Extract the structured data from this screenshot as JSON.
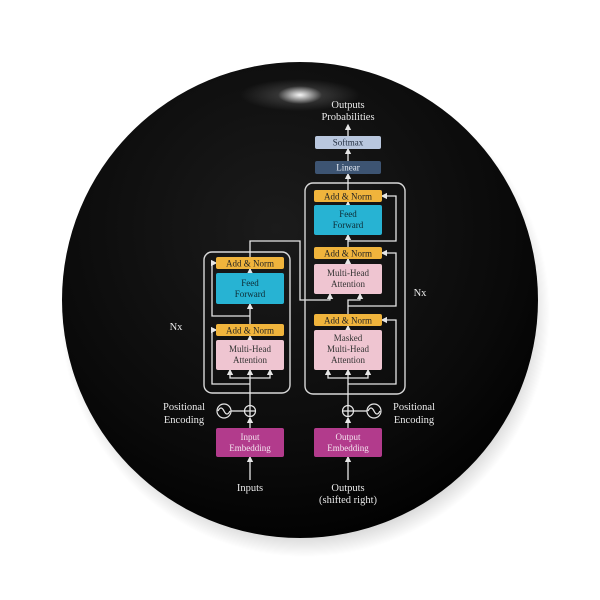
{
  "output_probabilities": {
    "line1": "Outputs",
    "line2": "Probabilities"
  },
  "decoder_top": {
    "softmax": "Softmax",
    "linear": "Linear"
  },
  "encoder": {
    "add_norm_top": "Add & Norm",
    "feed_forward": {
      "line1": "Feed",
      "line2": "Forward"
    },
    "add_norm_bottom": "Add & Norm",
    "attention": {
      "line1": "Multi-Head",
      "line2": "Attention"
    },
    "repeat_label": "Nx",
    "positional_encoding": {
      "line1": "Positional",
      "line2": "Encoding"
    },
    "embedding": {
      "line1": "Input",
      "line2": "Embedding"
    },
    "input_label": "Inputs"
  },
  "decoder": {
    "add_norm_1": "Add & Norm",
    "feed_forward": {
      "line1": "Feed",
      "line2": "Forward"
    },
    "add_norm_2": "Add & Norm",
    "cross_attention": {
      "line1": "Multi-Head",
      "line2": "Attention"
    },
    "add_norm_3": "Add & Norm",
    "masked_attention": {
      "line1": "Masked",
      "line2": "Multi-Head",
      "line3": "Attention"
    },
    "repeat_label": "Nx",
    "positional_encoding": {
      "line1": "Positional",
      "line2": "Encoding"
    },
    "embedding": {
      "line1": "Output",
      "line2": "Embedding"
    },
    "output_label": {
      "line1": "Outputs",
      "line2": "(shifted right)"
    }
  },
  "colors": {
    "add_norm": "#f0b43c",
    "feed_forward": "#27b3d3",
    "attention": "#efc5d1",
    "embedding": "#b23b8c",
    "linear": "#3d5472",
    "softmax": "#b9c7de"
  }
}
